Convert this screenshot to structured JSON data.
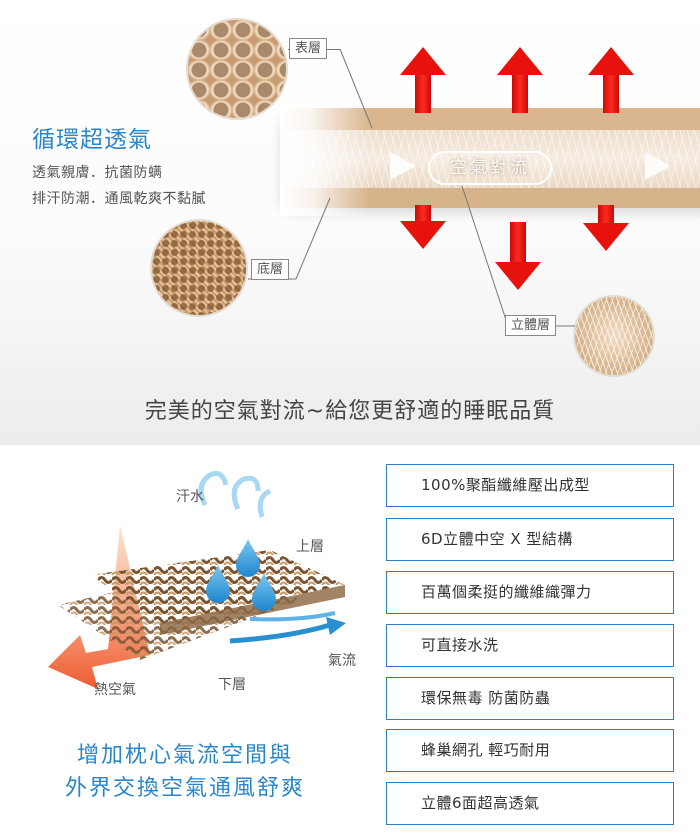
{
  "top": {
    "title": "循環超透氣",
    "features": [
      "透氣親膚．抗菌防螨",
      "排汗防潮．通風乾爽不黏膩"
    ],
    "callouts": {
      "top_layer": "表層",
      "bottom_layer": "底層",
      "middle_layer": "立體層"
    },
    "airflow_label": "空氣對流",
    "slogan": "完美的空氣對流~給您更舒適的睡眠品質",
    "colors": {
      "accent_blue": "#2b86c8",
      "arrow_red": "#e8120c",
      "pad_tan": "#d9b690"
    }
  },
  "bottom": {
    "labels": {
      "sweat": "汗水",
      "upper_layer": "上層",
      "airflow": "氣流",
      "hot_air": "熱空氣",
      "lower_layer": "下層"
    },
    "heading_lines": [
      "增加枕心氣流空間與",
      "外界交換空氣通風舒爽"
    ],
    "specs": [
      "100%聚酯纖維壓出成型",
      "6D立體中空 X 型結構",
      "百萬個柔挺的纖維織彈力",
      "可直接水洗",
      "環保無毒 防菌防蟲",
      "蜂巢網孔 輕巧耐用",
      "立體6面超高透氣"
    ],
    "colors": {
      "box_border": "#2e7ec4",
      "heat_orange": "#f0643c",
      "water_blue": "#2b9ad8",
      "airflow_blue": "#2a8fd0"
    }
  }
}
